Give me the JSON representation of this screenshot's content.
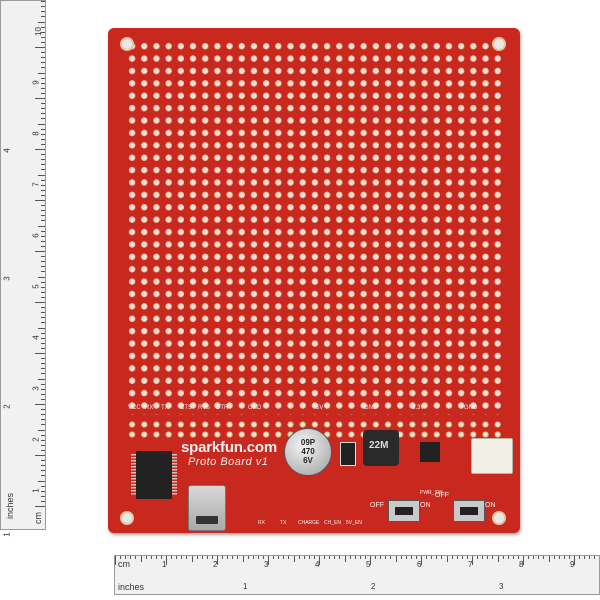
{
  "left_ruler": {
    "unit_inches": "inches",
    "unit_cm": "cm",
    "inch_numbers": [
      "4",
      "3",
      "2",
      "1"
    ],
    "cm_numbers": [
      "10",
      "9",
      "8",
      "7",
      "6",
      "5",
      "4",
      "3",
      "2",
      "1"
    ]
  },
  "bottom_ruler": {
    "unit_cm": "cm",
    "unit_inches": "inches",
    "cm_numbers": [
      "1",
      "2",
      "3",
      "4",
      "5",
      "6",
      "7",
      "8",
      "9"
    ],
    "inch_numbers": [
      "1",
      "2",
      "3"
    ]
  },
  "board": {
    "brand": "sparkfun.com",
    "model": "Proto Board v1",
    "header_labels": [
      "VCC",
      "RX",
      "TX",
      "CTS",
      "RTS",
      "DTR",
      "GND",
      "5V",
      "GND",
      "3.3V",
      "GND"
    ],
    "lower_labels": [
      "RX",
      "TX",
      "CHARGE",
      "CH_EN",
      "5V_EN",
      "PWR_SW"
    ],
    "switch_labels": [
      "ON",
      "OFF",
      "ON",
      "OFF"
    ],
    "capacitor_text": [
      "09P",
      "470",
      "6V"
    ],
    "inductor_text": "22M"
  },
  "colors": {
    "pcb": "#c8281e",
    "silkscreen": "#f4f0f0",
    "ruler_bg": "#f1f1f1"
  }
}
